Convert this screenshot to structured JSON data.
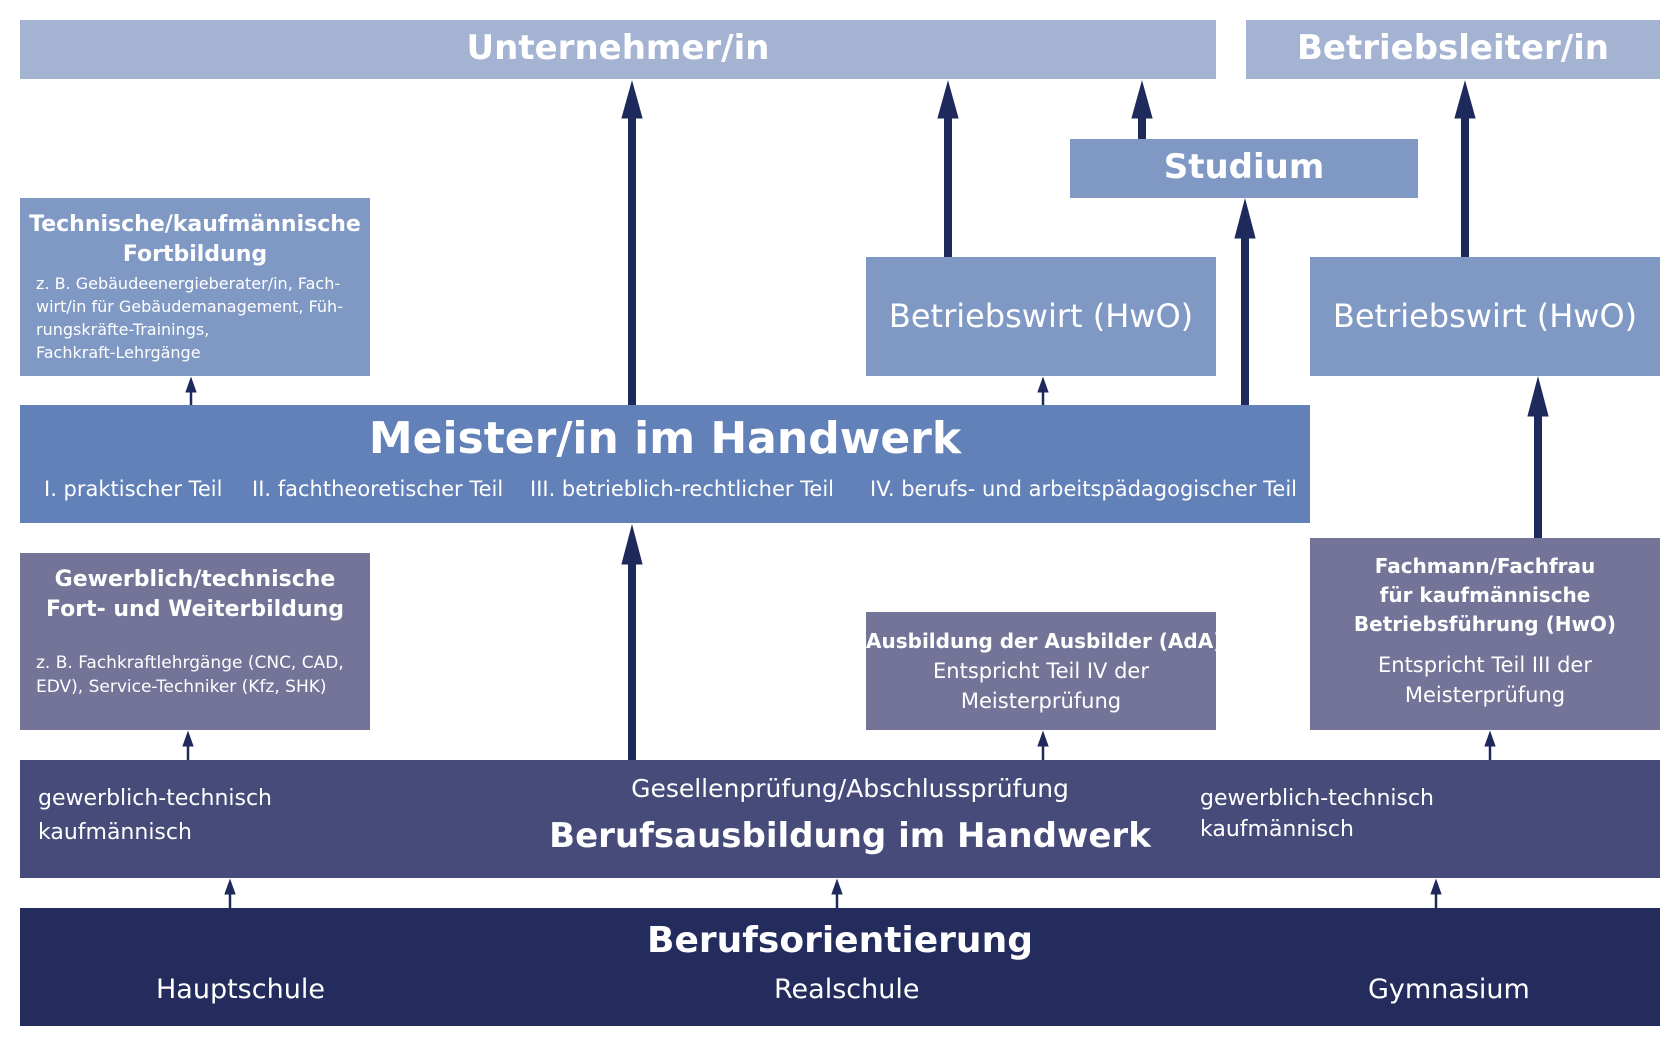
{
  "top": {
    "unternehmer": "Unternehmer/in",
    "betriebsleiter": "Betriebsleiter/in"
  },
  "studium": "Studium",
  "fortbildung_tech": {
    "title_line1": "Technische/kaufmännische",
    "title_line2": "Fortbildung",
    "desc_lines": [
      "z. B. Gebäudeenergieberater/in, Fach-",
      "wirt/in für Gebäudemanagement, Füh-",
      "rungskräfte-Trainings,",
      "Fachkraft-Lehrgänge"
    ]
  },
  "betriebswirt_left": "Betriebswirt (HwO)",
  "betriebswirt_right": "Betriebswirt (HwO)",
  "meister": {
    "title": "Meister/in im Handwerk",
    "parts": [
      "I. praktischer Teil",
      "II. fachtheoretischer Teil",
      "III. betrieblich-rechtlicher Teil",
      "IV. berufs- und arbeitspädagogischer Teil"
    ]
  },
  "gewerblich_fort": {
    "title_line1": "Gewerblich/technische",
    "title_line2": "Fort- und Weiterbildung",
    "desc_lines": [
      "z. B. Fachkraftlehrgänge (CNC, CAD,",
      "EDV), Service-Techniker (Kfz, SHK)"
    ]
  },
  "ada": {
    "title": "Ausbildung der Ausbilder (AdA)",
    "desc_lines": [
      "Entspricht Teil IV der",
      "Meisterprüfung"
    ]
  },
  "fachmann": {
    "title_lines": [
      "Fachmann/Fachfrau",
      "für kaufmännische",
      "Betriebsführung (HwO)"
    ],
    "desc_lines": [
      "Entspricht Teil III der",
      "Meisterprüfung"
    ]
  },
  "berufsausbildung": {
    "left_lines": [
      "gewerblich-technisch",
      "kaufmännisch"
    ],
    "right_lines": [
      "gewerblich-technisch",
      "kaufmännisch"
    ],
    "subtitle": "Gesellenprüfung/Abschlussprüfung",
    "title": "Berufsausbildung im Handwerk"
  },
  "berufsorientierung": {
    "title": "Berufsorientierung",
    "schools": [
      "Hauptschule",
      "Realschule",
      "Gymnasium"
    ]
  },
  "colors": {
    "light": "#a5b3d3",
    "medium": "#7f98c4",
    "meister": "#6181b8",
    "purple": "#747498",
    "ausbildung": "#474b79",
    "dark": "#232c5d",
    "arrow": "#1f2a5c"
  }
}
